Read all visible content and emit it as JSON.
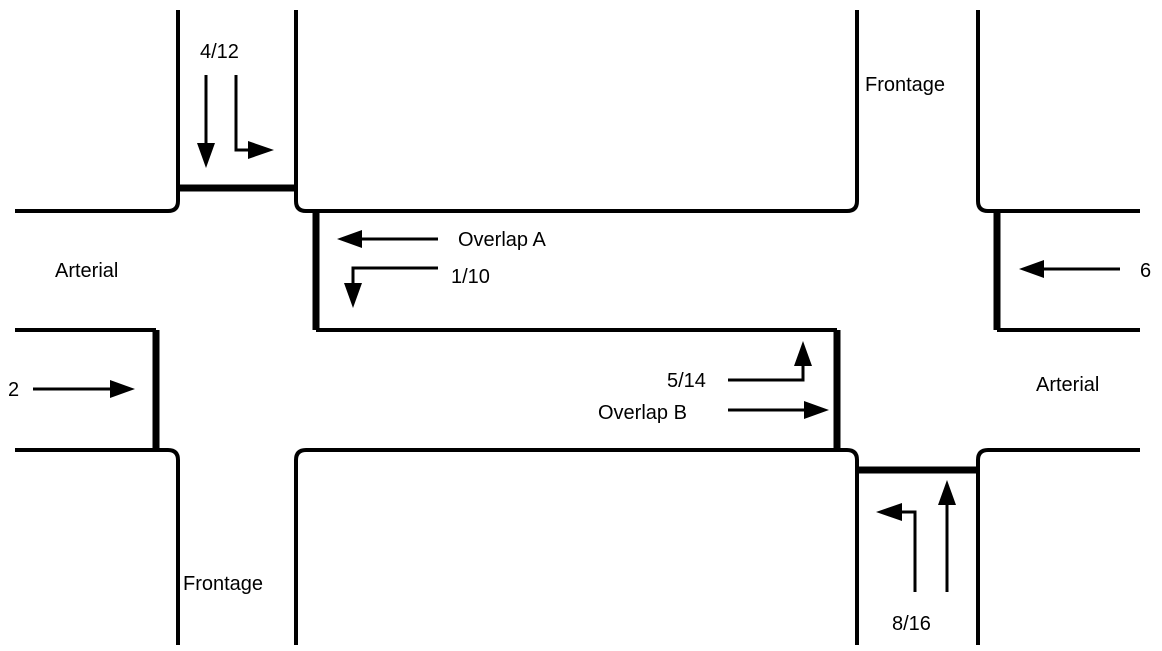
{
  "labels": {
    "arterial_west": "Arterial",
    "arterial_east": "Arterial",
    "frontage_north": "Frontage",
    "frontage_south": "Frontage",
    "phase_4_12": "4/12",
    "phase_1_10": "1/10",
    "overlap_a": "Overlap A",
    "phase_6": "6",
    "phase_2": "2",
    "phase_5_14": "5/14",
    "overlap_b": "Overlap B",
    "phase_8_16": "8/16"
  },
  "colors": {
    "line": "#000000",
    "background": "#ffffff"
  }
}
